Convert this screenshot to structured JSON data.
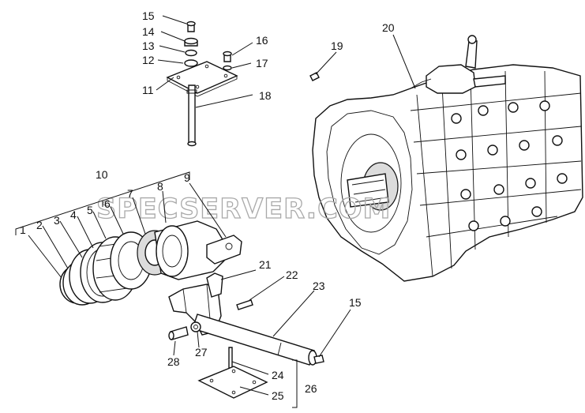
{
  "watermark": "SPECSERVER.COM",
  "callouts": {
    "c1": "1",
    "c2": "2",
    "c3": "3",
    "c4": "4",
    "c5": "5",
    "c6": "6",
    "c7": "7",
    "c8": "8",
    "c9": "9",
    "c10": "10",
    "c11": "11",
    "c12": "12",
    "c13": "13",
    "c14": "14",
    "c15a": "15",
    "c15b": "15",
    "c16": "16",
    "c17": "17",
    "c18": "18",
    "c19": "19",
    "c20": "20",
    "c21": "21",
    "c22": "22",
    "c23": "23",
    "c24": "24",
    "c25": "25",
    "c26": "26",
    "c27": "27",
    "c28": "28"
  },
  "colors": {
    "ink": "#111111",
    "background": "#ffffff",
    "watermark": "#a9a9a9"
  }
}
